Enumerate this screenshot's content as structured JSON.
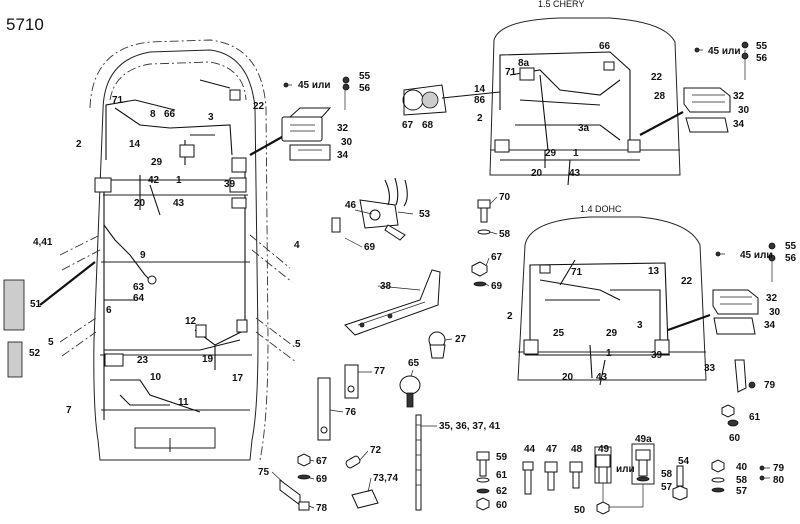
{
  "figure": {
    "number": "5710"
  },
  "insets": {
    "chery_title": "1.5 CHERY",
    "dohc_title": "1.4 DOHC",
    "or_word": "или"
  },
  "labels": {
    "main": [
      "71",
      "8",
      "66",
      "22",
      "2",
      "14",
      "3",
      "29",
      "42",
      "1",
      "39",
      "20",
      "43",
      "4,41",
      "4",
      "9",
      "63",
      "64",
      "6",
      "51",
      "5",
      "5",
      "12",
      "52",
      "23",
      "19",
      "10",
      "17",
      "11",
      "7",
      "45 или",
      "55",
      "56",
      "32",
      "30",
      "34"
    ],
    "mid": [
      "46",
      "53",
      "69",
      "70",
      "58",
      "38",
      "67",
      "69",
      "27",
      "65",
      "77",
      "76",
      "35, 36, 37, 41",
      "72",
      "75",
      "67",
      "69",
      "73,74",
      "78"
    ],
    "chery": [
      "66",
      "14",
      "71",
      "8a",
      "86",
      "22",
      "28",
      "67",
      "68",
      "2",
      "3a",
      "29",
      "1",
      "20",
      "43",
      "45 или",
      "55",
      "56",
      "32",
      "30",
      "34"
    ],
    "dohc": [
      "71",
      "13",
      "22",
      "2",
      "25",
      "29",
      "3",
      "1",
      "39",
      "20",
      "43",
      "45 или",
      "55",
      "56",
      "32",
      "30",
      "34",
      "33",
      "79",
      "61",
      "60"
    ],
    "hardware": [
      "44",
      "47",
      "48",
      "49",
      "49a",
      "54",
      "59",
      "61",
      "62",
      "60",
      "57",
      "58",
      "50",
      "40",
      "58",
      "57",
      "79",
      "80"
    ]
  }
}
